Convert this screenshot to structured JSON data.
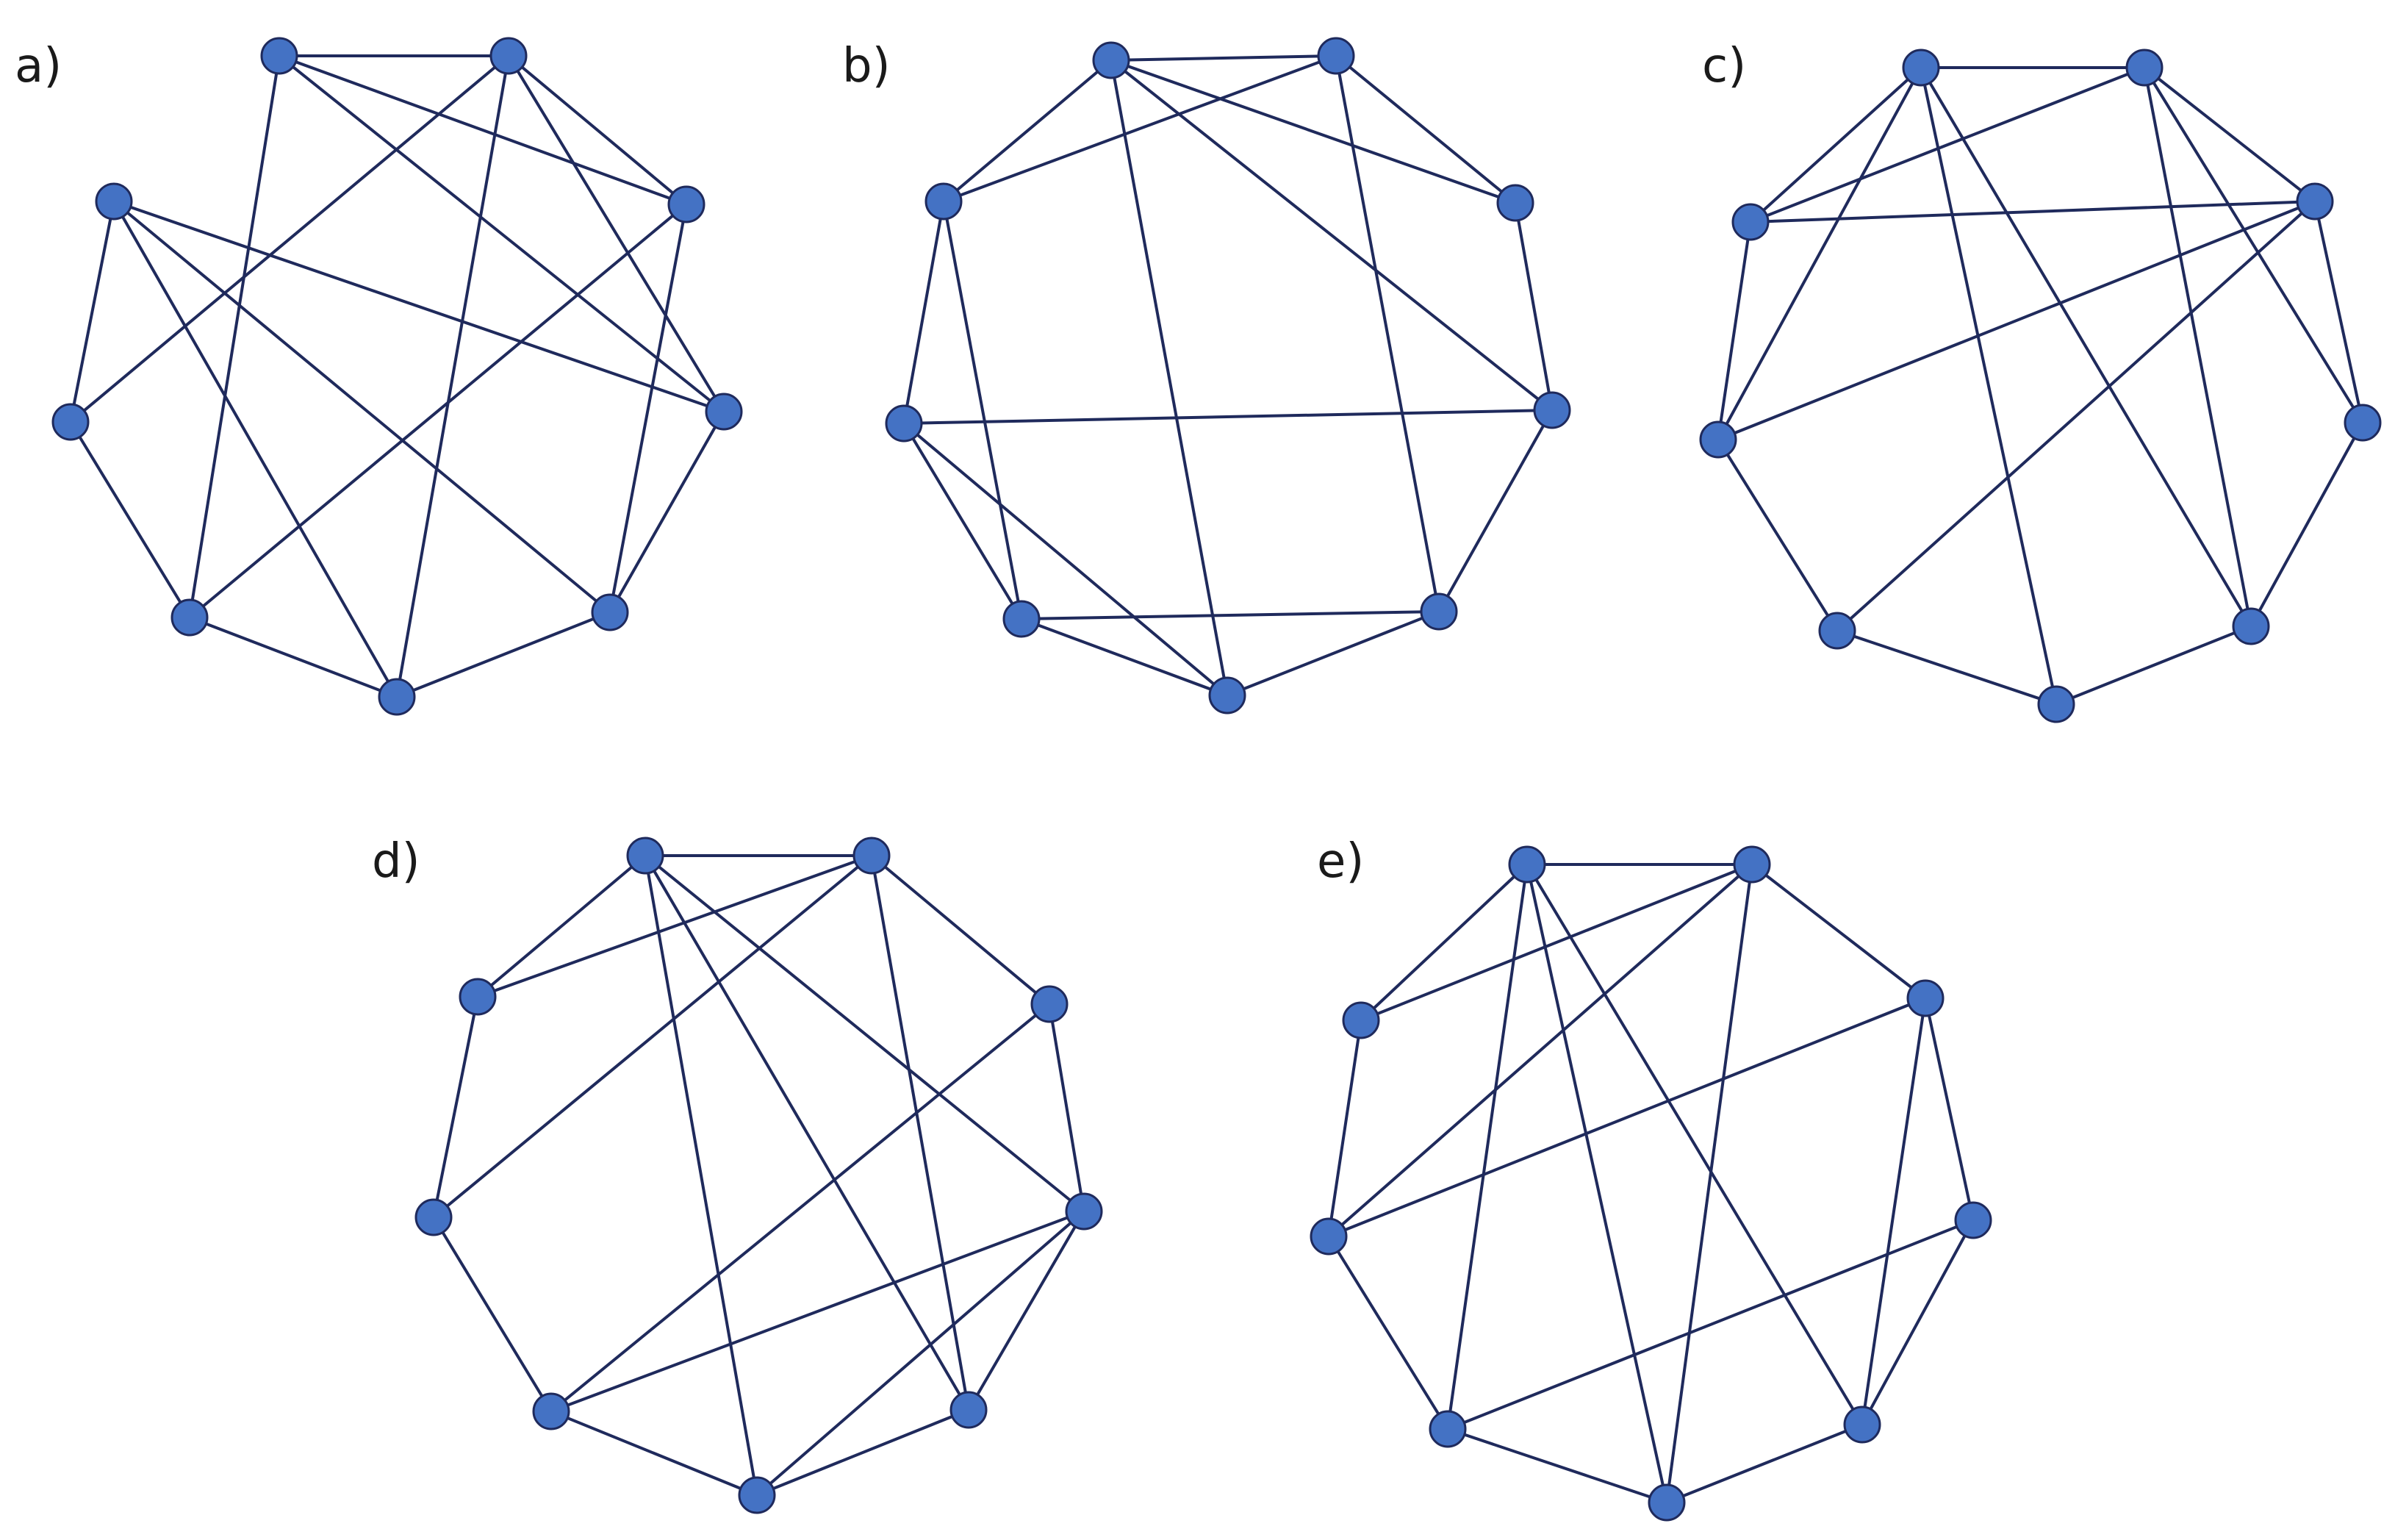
{
  "colors": {
    "node_fill": "#4472C4",
    "node_stroke": "#1F2A5C",
    "edge": "#1F2A5C",
    "background": "#FFFFFF"
  },
  "graphs": [
    {
      "label": "a)",
      "node_count": 9,
      "edges": [
        [
          0,
          1
        ],
        [
          0,
          2
        ],
        [
          0,
          3
        ],
        [
          0,
          6
        ],
        [
          1,
          7
        ],
        [
          1,
          5
        ],
        [
          1,
          2
        ],
        [
          1,
          3
        ],
        [
          2,
          6
        ],
        [
          2,
          4
        ],
        [
          3,
          4
        ],
        [
          4,
          5
        ],
        [
          5,
          6
        ],
        [
          5,
          8
        ],
        [
          7,
          8
        ],
        [
          7,
          6
        ],
        [
          8,
          4
        ],
        [
          8,
          3
        ]
      ]
    },
    {
      "label": "b)",
      "node_count": 9,
      "edges": [
        [
          0,
          1
        ],
        [
          0,
          8
        ],
        [
          0,
          2
        ],
        [
          0,
          3
        ],
        [
          0,
          5
        ],
        [
          1,
          4
        ],
        [
          1,
          8
        ],
        [
          1,
          2
        ],
        [
          2,
          3
        ],
        [
          3,
          4
        ],
        [
          3,
          7
        ],
        [
          4,
          5
        ],
        [
          4,
          6
        ],
        [
          5,
          7
        ],
        [
          6,
          7
        ],
        [
          6,
          8
        ],
        [
          7,
          8
        ],
        [
          6,
          5
        ]
      ]
    },
    {
      "label": "c)",
      "node_count": 9,
      "edges": [
        [
          0,
          1
        ],
        [
          0,
          8
        ],
        [
          0,
          7
        ],
        [
          0,
          5
        ],
        [
          0,
          4
        ],
        [
          1,
          2
        ],
        [
          1,
          3
        ],
        [
          1,
          4
        ],
        [
          1,
          8
        ],
        [
          2,
          3
        ],
        [
          2,
          6
        ],
        [
          2,
          7
        ],
        [
          3,
          4
        ],
        [
          4,
          5
        ],
        [
          5,
          6
        ],
        [
          6,
          7
        ],
        [
          7,
          8
        ],
        [
          8,
          2
        ]
      ]
    },
    {
      "label": "d)",
      "node_count": 9,
      "edges": [
        [
          0,
          1
        ],
        [
          0,
          8
        ],
        [
          0,
          5
        ],
        [
          0,
          3
        ],
        [
          0,
          4
        ],
        [
          1,
          2
        ],
        [
          1,
          8
        ],
        [
          1,
          4
        ],
        [
          1,
          7
        ],
        [
          2,
          3
        ],
        [
          2,
          6
        ],
        [
          3,
          4
        ],
        [
          3,
          6
        ],
        [
          3,
          5
        ],
        [
          4,
          5
        ],
        [
          5,
          6
        ],
        [
          6,
          7
        ],
        [
          7,
          8
        ]
      ]
    },
    {
      "label": "e)",
      "node_count": 9,
      "edges": [
        [
          0,
          1
        ],
        [
          0,
          8
        ],
        [
          0,
          6
        ],
        [
          0,
          5
        ],
        [
          0,
          4
        ],
        [
          1,
          2
        ],
        [
          1,
          7
        ],
        [
          1,
          5
        ],
        [
          1,
          8
        ],
        [
          2,
          3
        ],
        [
          2,
          4
        ],
        [
          2,
          7
        ],
        [
          3,
          4
        ],
        [
          3,
          6
        ],
        [
          4,
          5
        ],
        [
          5,
          6
        ],
        [
          6,
          7
        ],
        [
          7,
          8
        ]
      ]
    }
  ]
}
